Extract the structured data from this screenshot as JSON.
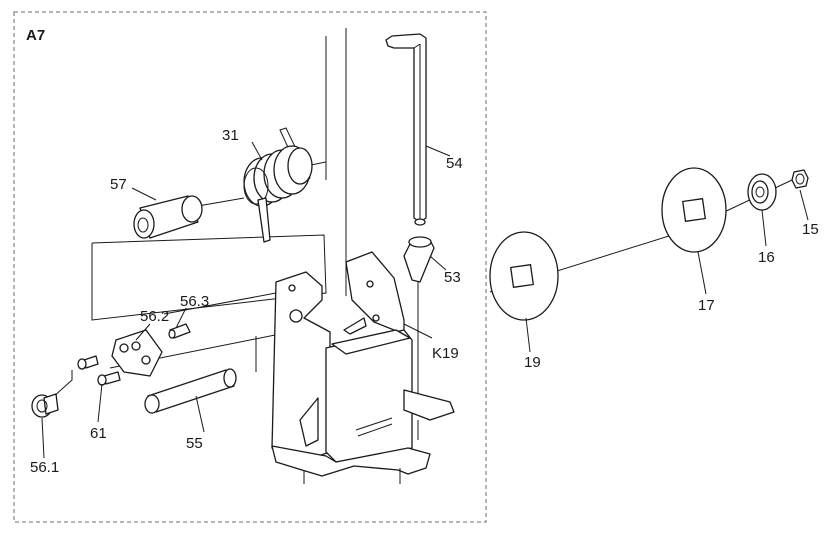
{
  "section_label": "A7",
  "parts": {
    "p31": "31",
    "p57": "57",
    "p54": "54",
    "p53": "53",
    "p56_3": "56.3",
    "p56_2": "56.2",
    "p61": "61",
    "p56_1": "56.1",
    "p55": "55",
    "pK19": "K19",
    "p19": "19",
    "p17": "17",
    "p16": "16",
    "p15": "15"
  },
  "colors": {
    "line": "#1a1a1a",
    "frame": "#6b6b6b",
    "background": "#ffffff"
  }
}
